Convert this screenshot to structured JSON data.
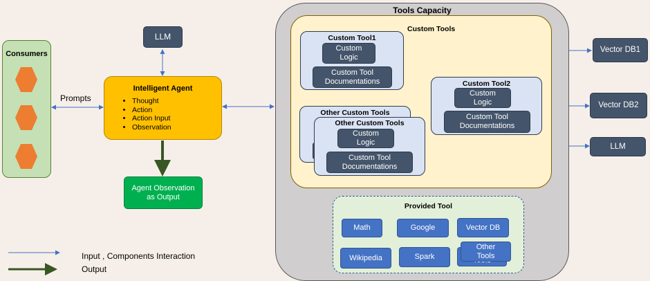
{
  "consumers": {
    "title": "Consumers"
  },
  "prompts_label": "Prompts",
  "agent": {
    "title": "Intelligent Agent",
    "items": [
      "Thought",
      "Action",
      "Action Input",
      "Observation"
    ]
  },
  "llm_top": "LLM",
  "output_box": "Agent Observation as Output",
  "tools_capacity": {
    "title": "Tools Capacity"
  },
  "custom_tools": {
    "title": "Custom Tools",
    "tool1": {
      "title": "Custom Tool1",
      "logic": "Custom Logic",
      "docs": "Custom Tool Documentations"
    },
    "tool2": {
      "title": "Custom Tool2",
      "logic": "Custom Logic",
      "docs": "Custom Tool Documentations"
    },
    "other_back_title": "Other Custom Tools",
    "other_front": {
      "title": "Other Custom Tools",
      "logic": "Custom Logic",
      "docs": "Custom Tool Documentations"
    }
  },
  "provided_tool": {
    "title": "Provided Tool",
    "items": [
      "Math",
      "Google",
      "Vector DB",
      "Wikipedia",
      "Spark",
      "Other Tools"
    ],
    "other_back": "Tools"
  },
  "external": {
    "vdb1": "Vector DB1",
    "vdb2": "Vector DB2",
    "llm": "LLM"
  },
  "legend": {
    "input": "Input , Components Interaction",
    "output": "Output"
  },
  "colors": {
    "agent": "#ffc000",
    "consumers": "#c5e0b4",
    "output": "#00b050",
    "custom_area": "#fff2cc",
    "provided_area": "#e2f0d9"
  }
}
